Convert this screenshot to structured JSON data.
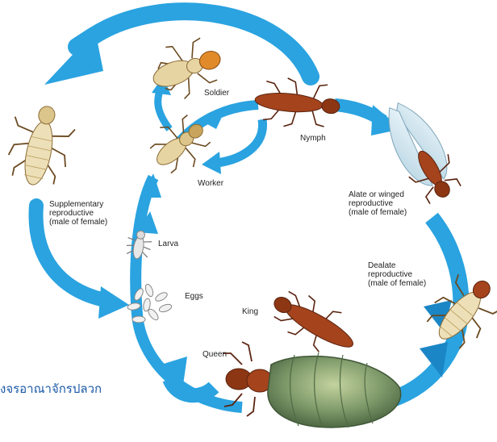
{
  "diagram": {
    "stages": {
      "soldier": "Soldier",
      "nymph": "Nymph",
      "worker": "Worker",
      "alate": "Alate or winged\nreproductive\n(male of female)",
      "supplementary": "Supplementary\nreproductive\n(male of female)",
      "larva": "Larva",
      "eggs": "Eggs",
      "dealate": "Dealate\nreproductive\n(male of female)",
      "king": "King",
      "queen": "Queen"
    },
    "caption": "งจรอาณาจักรปลวก",
    "colors": {
      "arrow": "#2aa3e0",
      "arrow_dark": "#1b86c6",
      "caption": "#1a58a8",
      "worker_body": "#e6d4a2",
      "nymph_body": "#a5431c",
      "queen_abdomen": "#7f9a6a"
    },
    "icons": [
      "termite-soldier-icon",
      "termite-nymph-icon",
      "termite-worker-icon",
      "termite-alate-icon",
      "termite-supplementary-icon",
      "termite-larva-icon",
      "egg-icon",
      "termite-dealate-icon",
      "termite-king-icon",
      "termite-queen-icon"
    ]
  }
}
